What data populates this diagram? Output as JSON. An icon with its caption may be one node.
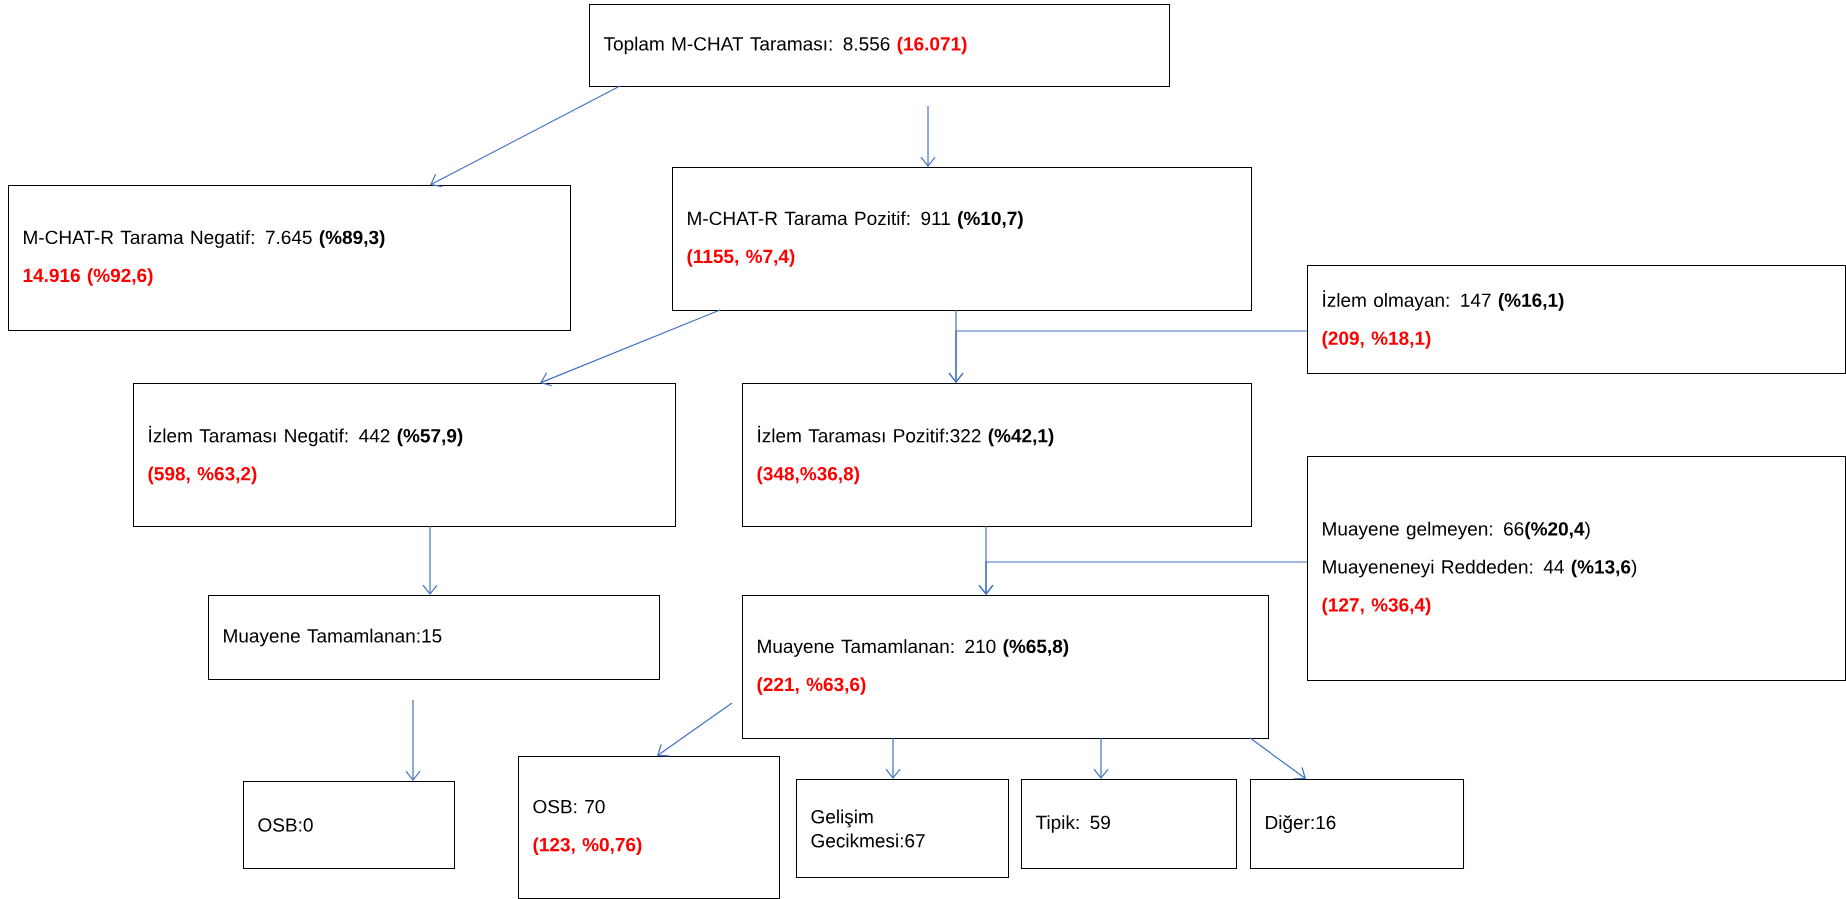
{
  "diagram": {
    "nodes": [
      {
        "text": [
          "Toplam M-CHAT Taraması: 8.556",
          "(16.071)"
        ]
      },
      {
        "text": [
          "M-CHAT-R Tarama Negatif: 7.645 **(%89,3)**",
          "14.916 (%92,6)"
        ]
      },
      {
        "text": [
          "M-CHAT-R Tarama Pozitif: 911 **(%10,7)**",
          "(1155, %7,4)"
        ]
      },
      {
        "text": [
          "İzlem olmayan: 147 **(%16,1)**",
          "(209, %18,1)"
        ]
      },
      {
        "text": [
          "İzlem Taraması Negatif: 442 **(%57,9)**",
          "(598, %63,2)"
        ]
      },
      {
        "text": [
          "İzlem Taraması Pozitif:322 **(%42,1)**",
          "(348,%36,8)"
        ]
      },
      {
        "text": [
          "Muayene gelmeyen: 66**(%20,4**)",
          "Muayeneneyi Reddeden: 44 **(%13,6**)",
          "(127, %36,4)"
        ]
      },
      {
        "text": [
          "Muayene Tamamlanan:15"
        ]
      },
      {
        "text": [
          "Muayene Tamamlanan: 210 **(%65,8)**",
          "(221, %63,6)"
        ]
      },
      {
        "text": [
          "OSB:0"
        ]
      },
      {
        "text": [
          "OSB: 70",
          "(123, %0,76)"
        ]
      },
      {
        "text": [
          "Gelişim Gecikmesi:67"
        ]
      },
      {
        "text": [
          "Tipik: 59"
        ]
      },
      {
        "text": [
          "Diğer:16"
        ]
      }
    ],
    "edges": [
      {
        "from": 0,
        "to": 1,
        "arrow": "to"
      },
      {
        "from": 0,
        "to": 2,
        "arrow": "to"
      },
      {
        "from": 2,
        "to": 4,
        "arrow": "to"
      },
      {
        "from": 2,
        "to": 5,
        "arrow": "to"
      },
      {
        "from": 3,
        "to": 5,
        "arrow": "to"
      },
      {
        "from": 4,
        "to": 7,
        "arrow": "to"
      },
      {
        "from": 5,
        "to": 8,
        "arrow": "to"
      },
      {
        "from": 6,
        "to": 8,
        "arrow": "to"
      },
      {
        "from": 7,
        "to": 9,
        "arrow": "to"
      },
      {
        "from": 8,
        "to": 10,
        "arrow": "to"
      },
      {
        "from": 8,
        "to": 11,
        "arrow": "to"
      },
      {
        "from": 8,
        "to": 12,
        "arrow": "to"
      },
      {
        "from": 8,
        "to": 13,
        "arrow": "to"
      }
    ]
  }
}
